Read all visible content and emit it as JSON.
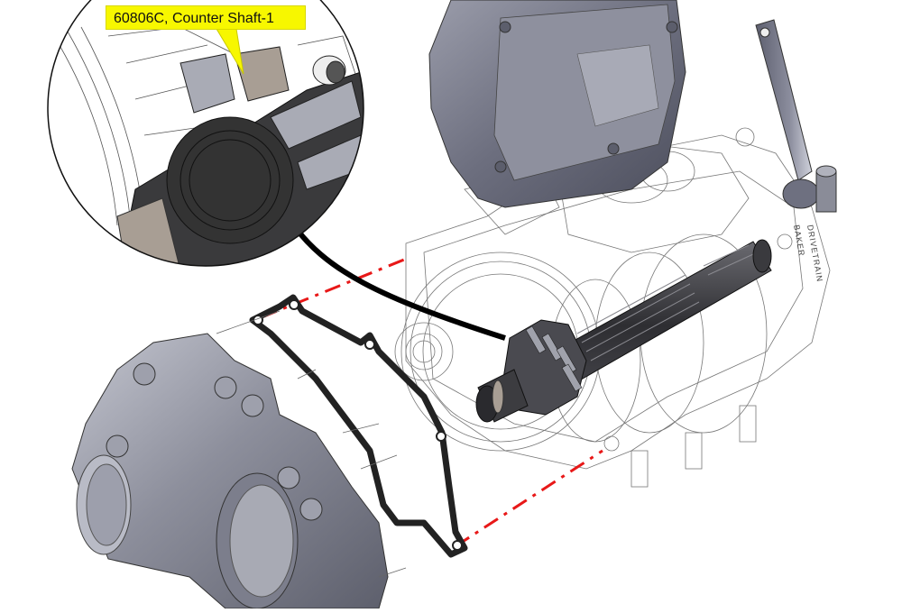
{
  "figure": {
    "type": "exploded-assembly-diagram",
    "callout": {
      "label": "60806C, Counter Shaft-1",
      "background_color": "#f7f700"
    },
    "detail_view": {
      "shape": "circle",
      "subject": "counter shaft gear close-up"
    },
    "parts": [
      {
        "name": "shifter cover",
        "render": "shaded",
        "color": "#6e7080"
      },
      {
        "name": "shift lever",
        "render": "shaded",
        "color": "#7a7c8c"
      },
      {
        "name": "transmission case",
        "render": "wireframe",
        "color": "#555555"
      },
      {
        "name": "counter shaft",
        "render": "shaded",
        "color": "#3a3a3a"
      },
      {
        "name": "gasket",
        "render": "solid",
        "color": "#222222"
      },
      {
        "name": "end cover / pump housing",
        "render": "shaded",
        "color": "#8c8e9a"
      }
    ],
    "side_text": "BAKER DRIVETRAIN",
    "colors": {
      "centerline": "#e81818",
      "leader": "#000000",
      "wireframe": "#6a6a6a"
    }
  }
}
